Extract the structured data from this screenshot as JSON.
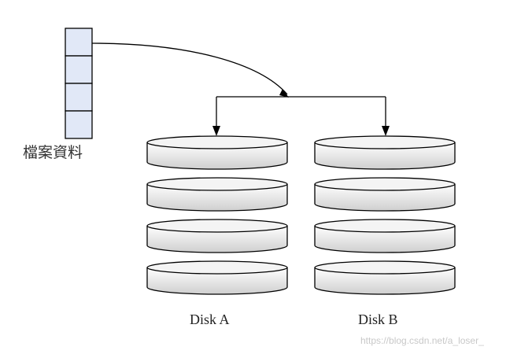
{
  "diagram": {
    "file_label": "檔案資料",
    "disks": [
      {
        "label": "Disk A",
        "platters": 4
      },
      {
        "label": "Disk B",
        "platters": 4
      }
    ],
    "file_blocks": 4,
    "watermark": "https://blog.csdn.net/a_loser_"
  },
  "colors": {
    "block_fill": "#e1e8f7",
    "stroke": "#000000",
    "platter_top": "#ffffff",
    "platter_side": "#dcdcdc"
  }
}
